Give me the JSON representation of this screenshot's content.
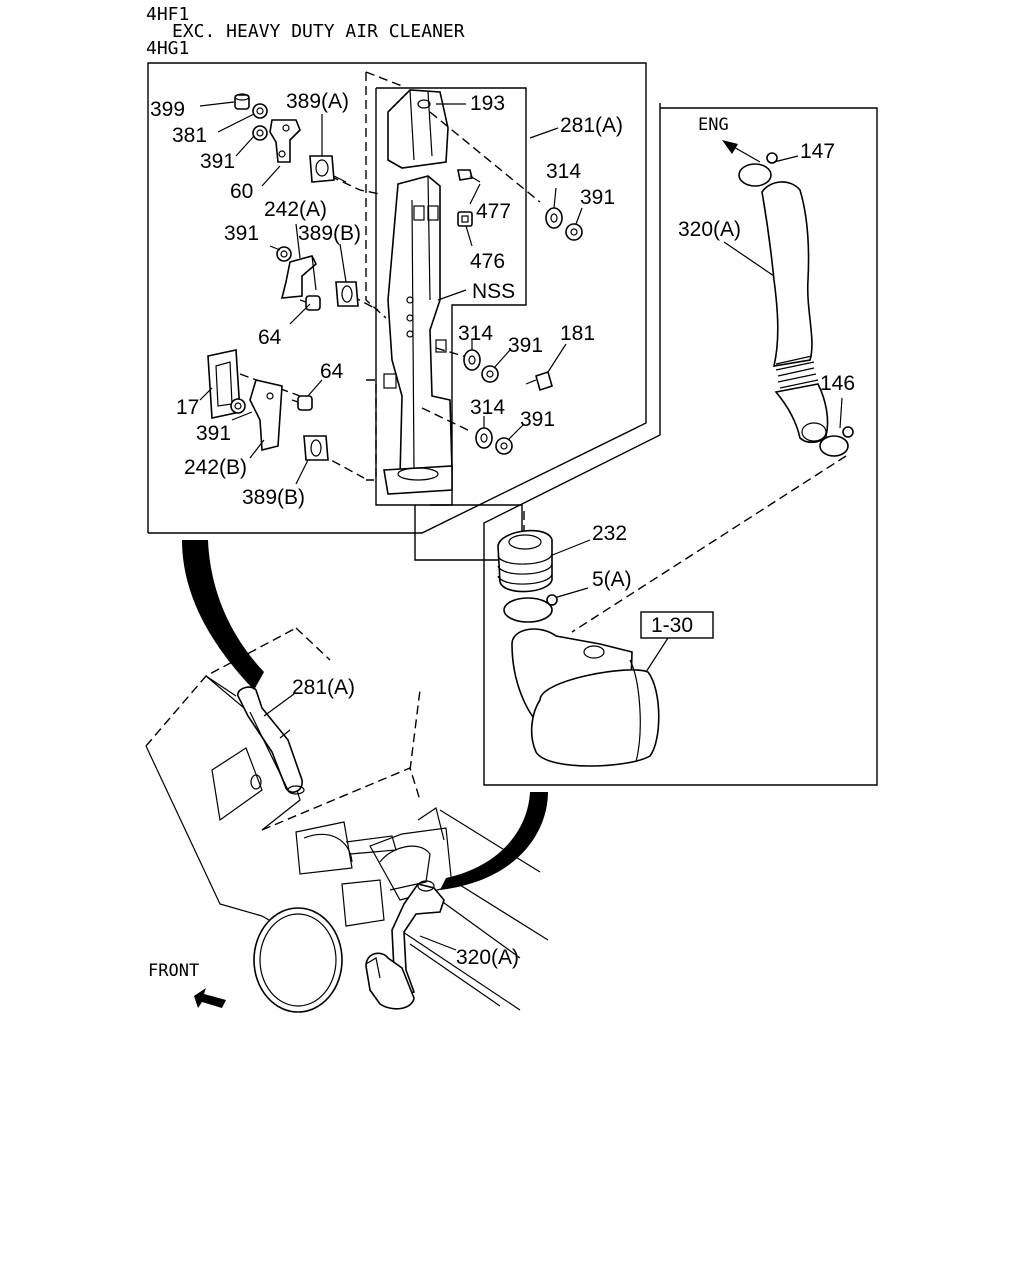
{
  "header": {
    "engine_1": "4HF1",
    "condition": "EXC. HEAVY DUTY AIR CLEANER",
    "engine_2": "4HG1"
  },
  "callouts": {
    "c399": "399",
    "c381": "381",
    "c391_a": "391",
    "c60": "60",
    "c389a": "389(A)",
    "c193": "193",
    "c281a_top": "281(A)",
    "c314_a": "314",
    "c391_b": "391",
    "c477": "477",
    "c476": "476",
    "c242a": "242(A)",
    "c391_c": "391",
    "c389b_a": "389(B)",
    "c64_a": "64",
    "nss": "NSS",
    "c314_b": "314",
    "c391_d": "391",
    "c181": "181",
    "c17": "17",
    "c64_b": "64",
    "c391_e": "391",
    "c314_c": "314",
    "c391_f": "391",
    "c242b": "242(B)",
    "c389b_b": "389(B)",
    "eng": "ENG",
    "c147": "147",
    "c320a_top": "320(A)",
    "c146": "146",
    "c232": "232",
    "c5a": "5(A)",
    "ref_1_30": "1-30",
    "c281a_truck": "281(A)",
    "c320a_truck": "320(A)",
    "front": "FRONT"
  }
}
